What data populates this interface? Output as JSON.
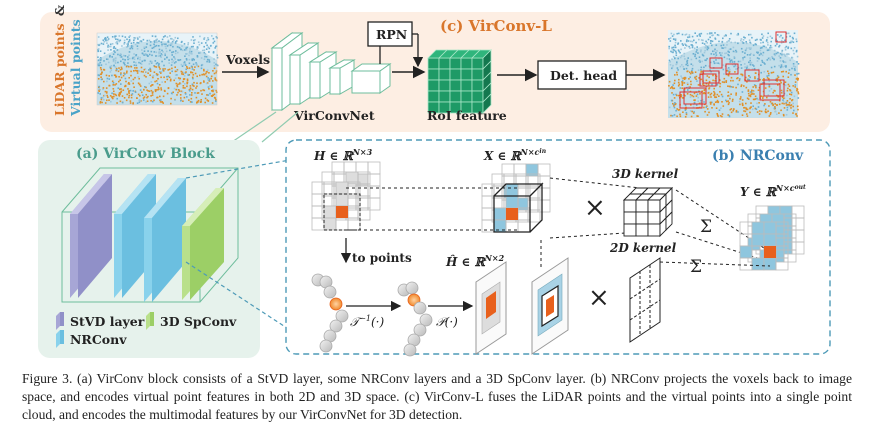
{
  "top": {
    "title": "(c) VirConv-L",
    "lidar_label_orange": "LiDAR points",
    "lidar_label_amp": "&",
    "lidar_label_blue": "Virtual points",
    "voxels": "Voxels",
    "virconvnet": "VirConvNet",
    "rpn": "RPN",
    "roi_feature": "RoI feature",
    "det_head": "Det. head"
  },
  "block_a": {
    "title": "(a) VirConv Block",
    "legend_stvd": "StVD layer",
    "legend_spconv": "3D SpConv",
    "legend_nrconv": "NRConv"
  },
  "block_b": {
    "title": "(b) NRConv",
    "h_label": "H ∈ ℝ",
    "h_sup": "N×3",
    "x_label": "X ∈ ℝ",
    "x_sup": "N×c",
    "x_sup2": "in",
    "y_label": "Y ∈ ℝ",
    "y_sup": "N×c",
    "y_sup2": "out",
    "hhat_label": "Ĥ ∈ ℝ",
    "hhat_sup": "N×2",
    "kernel3d": "3D kernel",
    "kernel2d": "2D kernel",
    "to_points": "to points",
    "t_inv": "𝒯",
    "t_inv_sup": "−1",
    "t_inv_arg": "(·)",
    "proj": "𝒫(·)",
    "times": "×",
    "sigma": "Σ"
  },
  "caption": "Figure 3. (a) VirConv block consists of a StVD layer, some NRConv layers and a 3D SpConv layer. (b) NRConv projects the voxels back to image space, and encodes virtual point features in both 2D and 3D space. (c) VirConv-L fuses the LiDAR points and the virtual points into a single point cloud, and encodes the multimodal features by our VirConvNet for 3D detection.",
  "colors": {
    "top_bg": "#fdeee3",
    "block_a_bg": "#e6f2ec",
    "orange": "#d9762b",
    "teal": "#4a9c8c",
    "blue_title": "#3a7fb0",
    "purple": "#a7a6d6",
    "light_blue": "#7fcbe6",
    "green": "#a9d97a",
    "roi_green": "#1e9a66",
    "dashed": "#4d9ab7",
    "center": "#e8601c"
  }
}
